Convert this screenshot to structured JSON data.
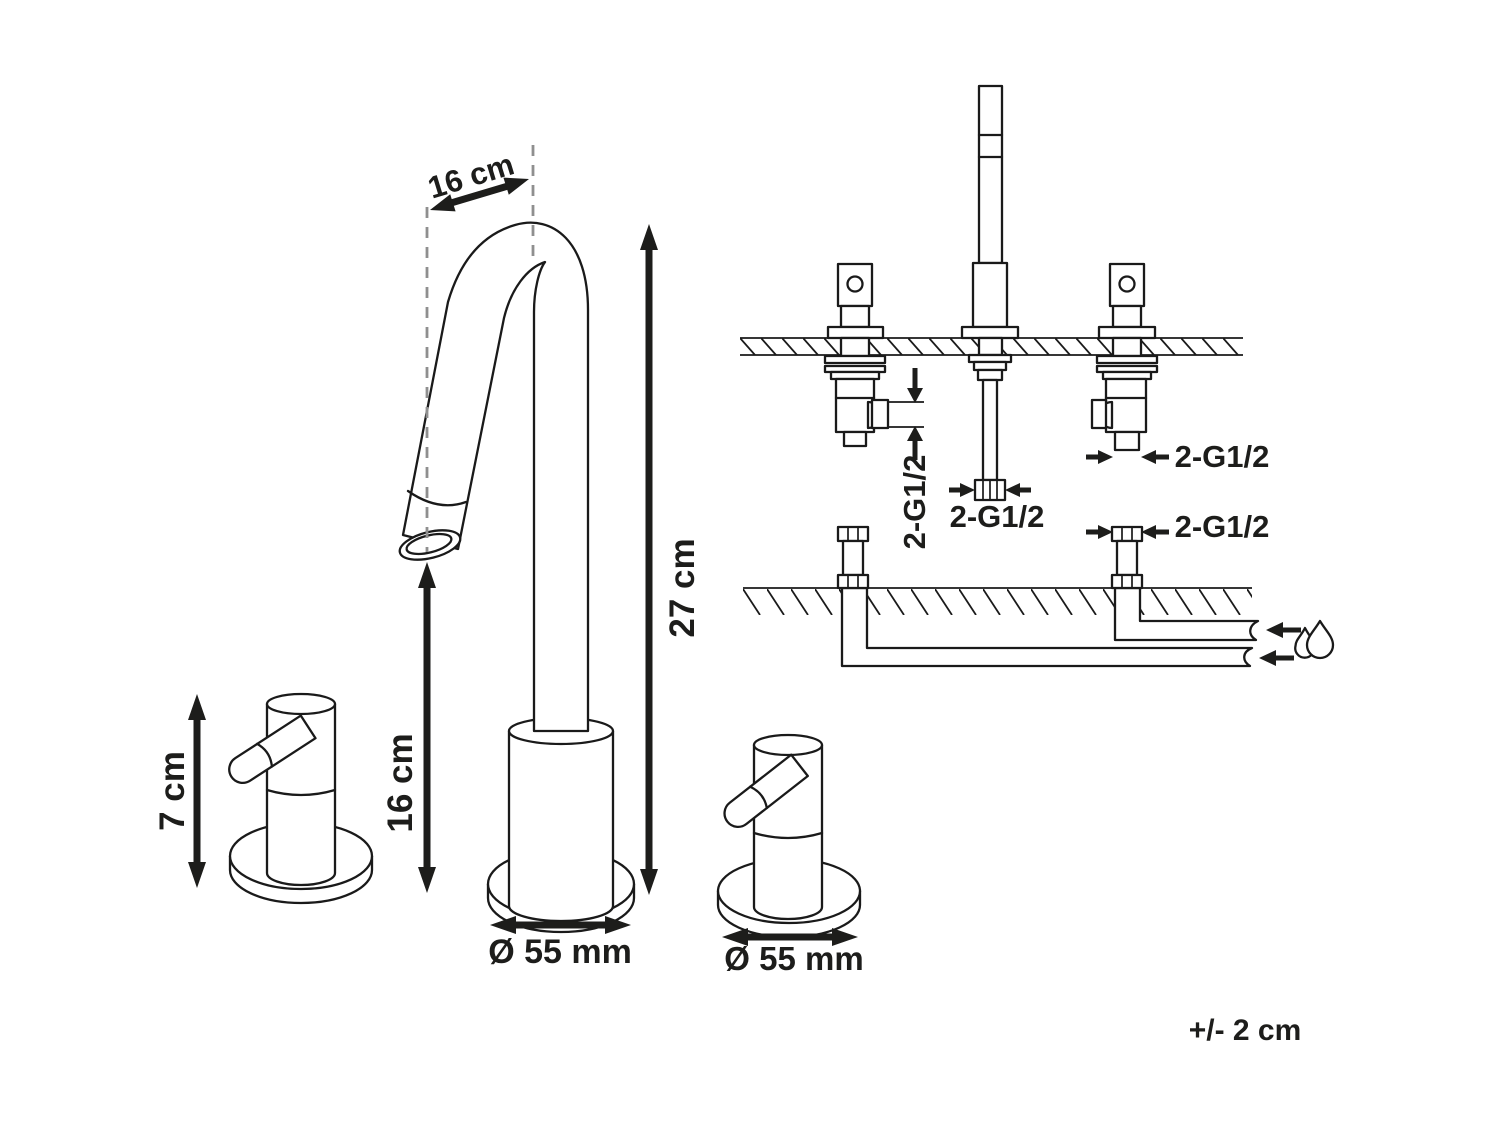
{
  "figure": {
    "type": "technical dimension diagram",
    "subject": "3-hole basin mixer tap with two handles and installation scheme",
    "colors": {
      "line": "#1a1a1a",
      "text": "#1d1d1b",
      "dashed_guide": "#8f8f8f",
      "background": "#ffffff"
    }
  },
  "labels": {
    "spout_reach": "16 cm",
    "total_height": "27 cm",
    "spout_height": "16 cm",
    "handle_height": "7 cm",
    "spout_base_diameter": "Ø 55 mm",
    "handle_base_diameter": "Ø 55 mm",
    "left_valve_connection": "2-G1/2",
    "spout_shaft_connection": "2-G1/2",
    "right_valve_connection": "2-G1/2",
    "supply_connection": "2-G1/2",
    "tolerance": "+/- 2 cm"
  },
  "icons": {
    "water_drops": "water-drops-icon"
  }
}
